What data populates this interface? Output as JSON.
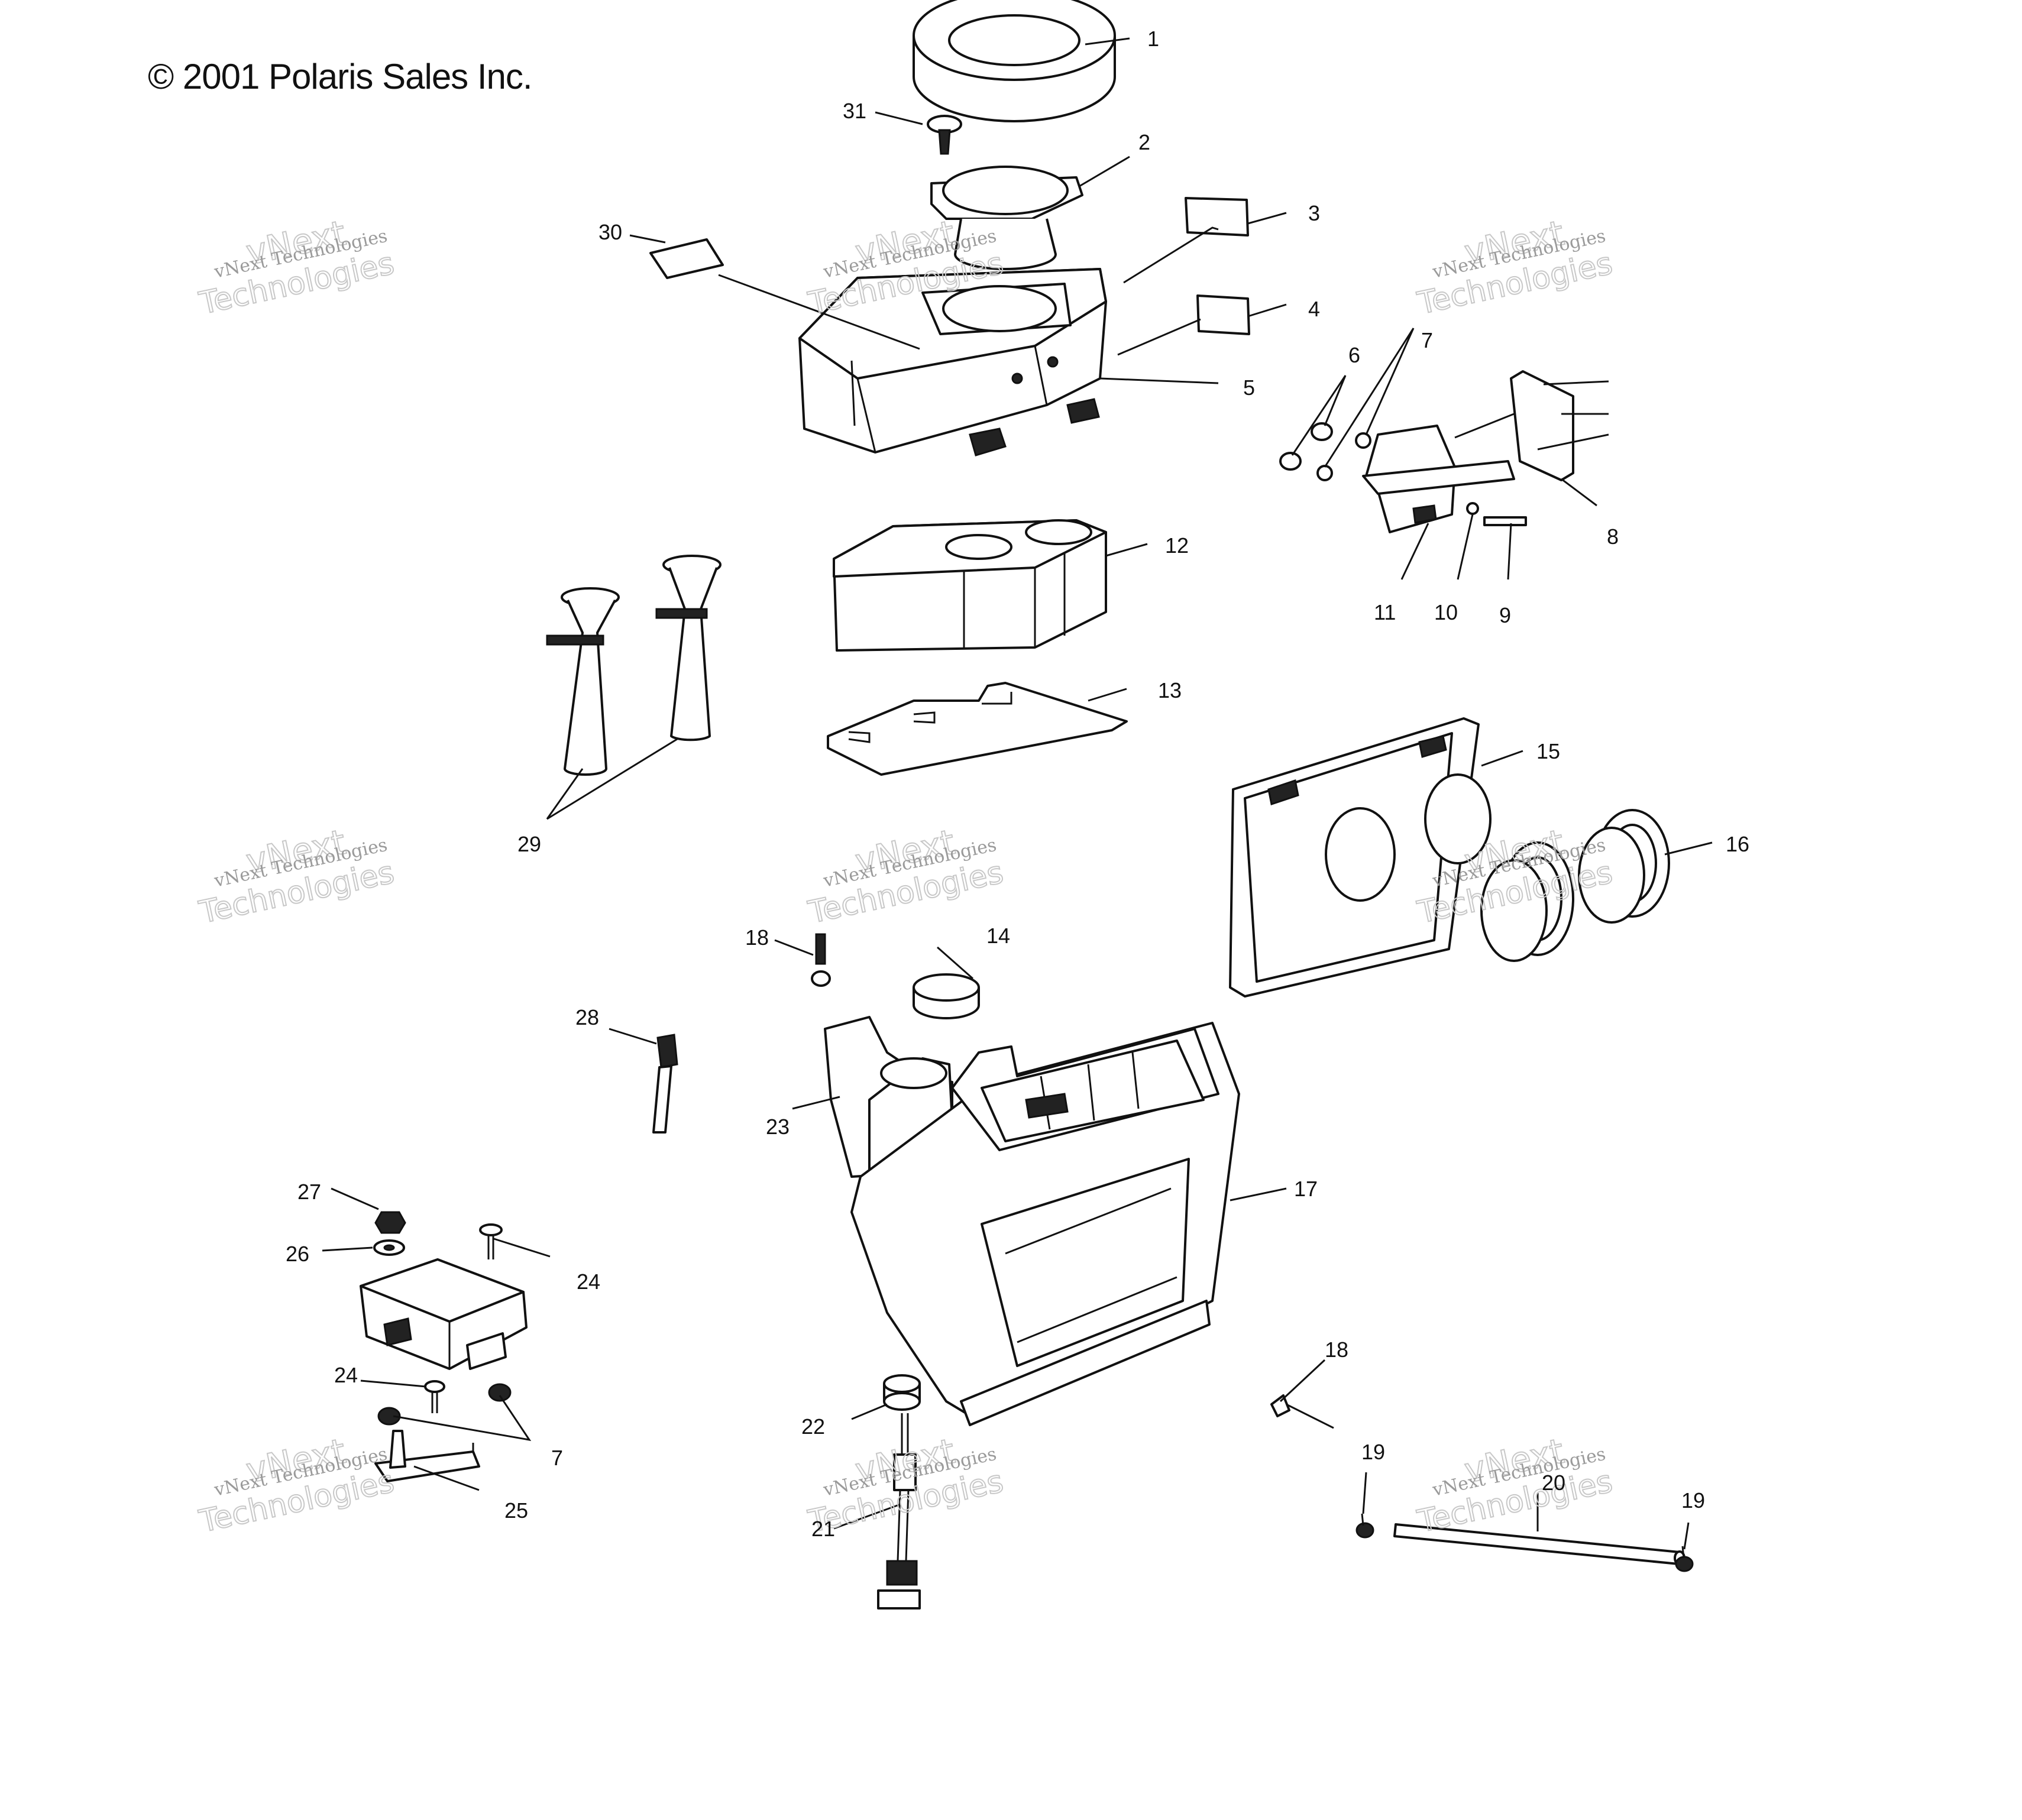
{
  "copyright": "© 2001 Polaris Sales Inc.",
  "watermark": {
    "small": "vNext Technologies",
    "big_top": "vNext",
    "big_bottom": "Technologies"
  },
  "callouts": [
    {
      "id": "c1",
      "text": "1"
    },
    {
      "id": "c2",
      "text": "2"
    },
    {
      "id": "c3",
      "text": "3"
    },
    {
      "id": "c4",
      "text": "4"
    },
    {
      "id": "c5",
      "text": "5"
    },
    {
      "id": "c6",
      "text": "6"
    },
    {
      "id": "c7a",
      "text": "7"
    },
    {
      "id": "c7b",
      "text": "7"
    },
    {
      "id": "c8",
      "text": "8"
    },
    {
      "id": "c9",
      "text": "9"
    },
    {
      "id": "c10",
      "text": "10"
    },
    {
      "id": "c11",
      "text": "11"
    },
    {
      "id": "c12",
      "text": "12"
    },
    {
      "id": "c13",
      "text": "13"
    },
    {
      "id": "c14",
      "text": "14"
    },
    {
      "id": "c15",
      "text": "15"
    },
    {
      "id": "c16",
      "text": "16"
    },
    {
      "id": "c17",
      "text": "17"
    },
    {
      "id": "c18a",
      "text": "18"
    },
    {
      "id": "c18b",
      "text": "18"
    },
    {
      "id": "c19a",
      "text": "19"
    },
    {
      "id": "c19b",
      "text": "19"
    },
    {
      "id": "c20",
      "text": "20"
    },
    {
      "id": "c21",
      "text": "21"
    },
    {
      "id": "c22",
      "text": "22"
    },
    {
      "id": "c23",
      "text": "23"
    },
    {
      "id": "c24a",
      "text": "24"
    },
    {
      "id": "c24b",
      "text": "24"
    },
    {
      "id": "c25",
      "text": "25"
    },
    {
      "id": "c26",
      "text": "26"
    },
    {
      "id": "c27",
      "text": "27"
    },
    {
      "id": "c28",
      "text": "28"
    },
    {
      "id": "c29",
      "text": "29"
    },
    {
      "id": "c30",
      "text": "30"
    },
    {
      "id": "c31",
      "text": "31"
    }
  ]
}
